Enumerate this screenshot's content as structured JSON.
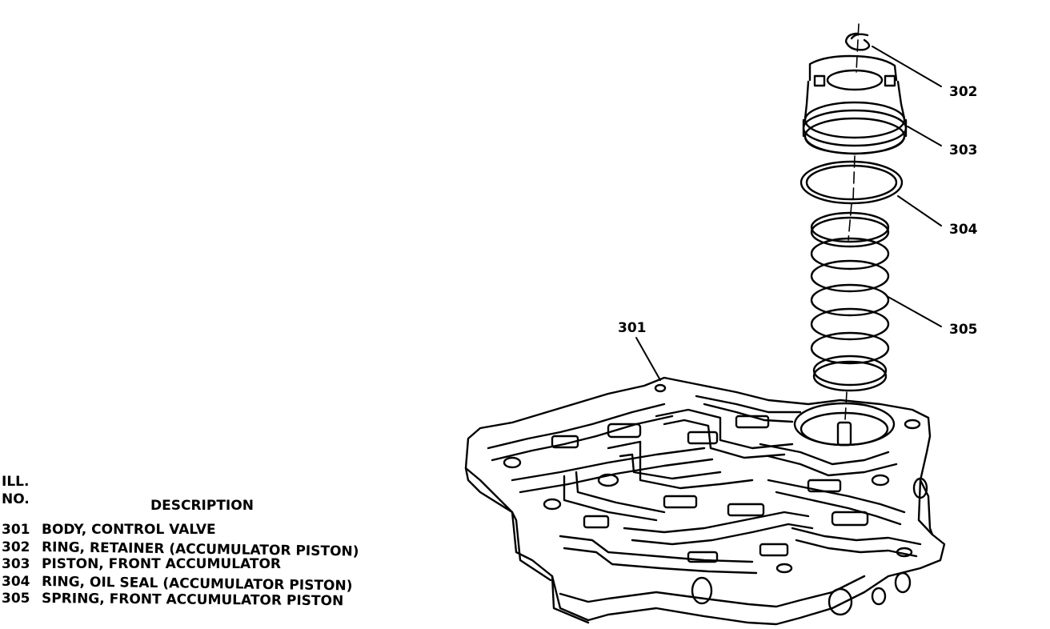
{
  "legend": {
    "header_ill": "ILL.",
    "header_no": "NO.",
    "header_description": "DESCRIPTION",
    "items": [
      {
        "no": "301",
        "description": "BODY, CONTROL VALVE"
      },
      {
        "no": "302",
        "description": "RING, RETAINER (ACCUMULATOR PISTON)"
      },
      {
        "no": "303",
        "description": "PISTON, FRONT ACCUMULATOR"
      },
      {
        "no": "304",
        "description": "RING, OIL SEAL (ACCUMULATOR PISTON)"
      },
      {
        "no": "305",
        "description": "SPRING, FRONT ACCUMULATOR PISTON"
      }
    ]
  },
  "callouts": {
    "c301": "301",
    "c302": "302",
    "c303": "303",
    "c304": "304",
    "c305": "305"
  },
  "colors": {
    "line": "#000000",
    "background": "#ffffff"
  }
}
